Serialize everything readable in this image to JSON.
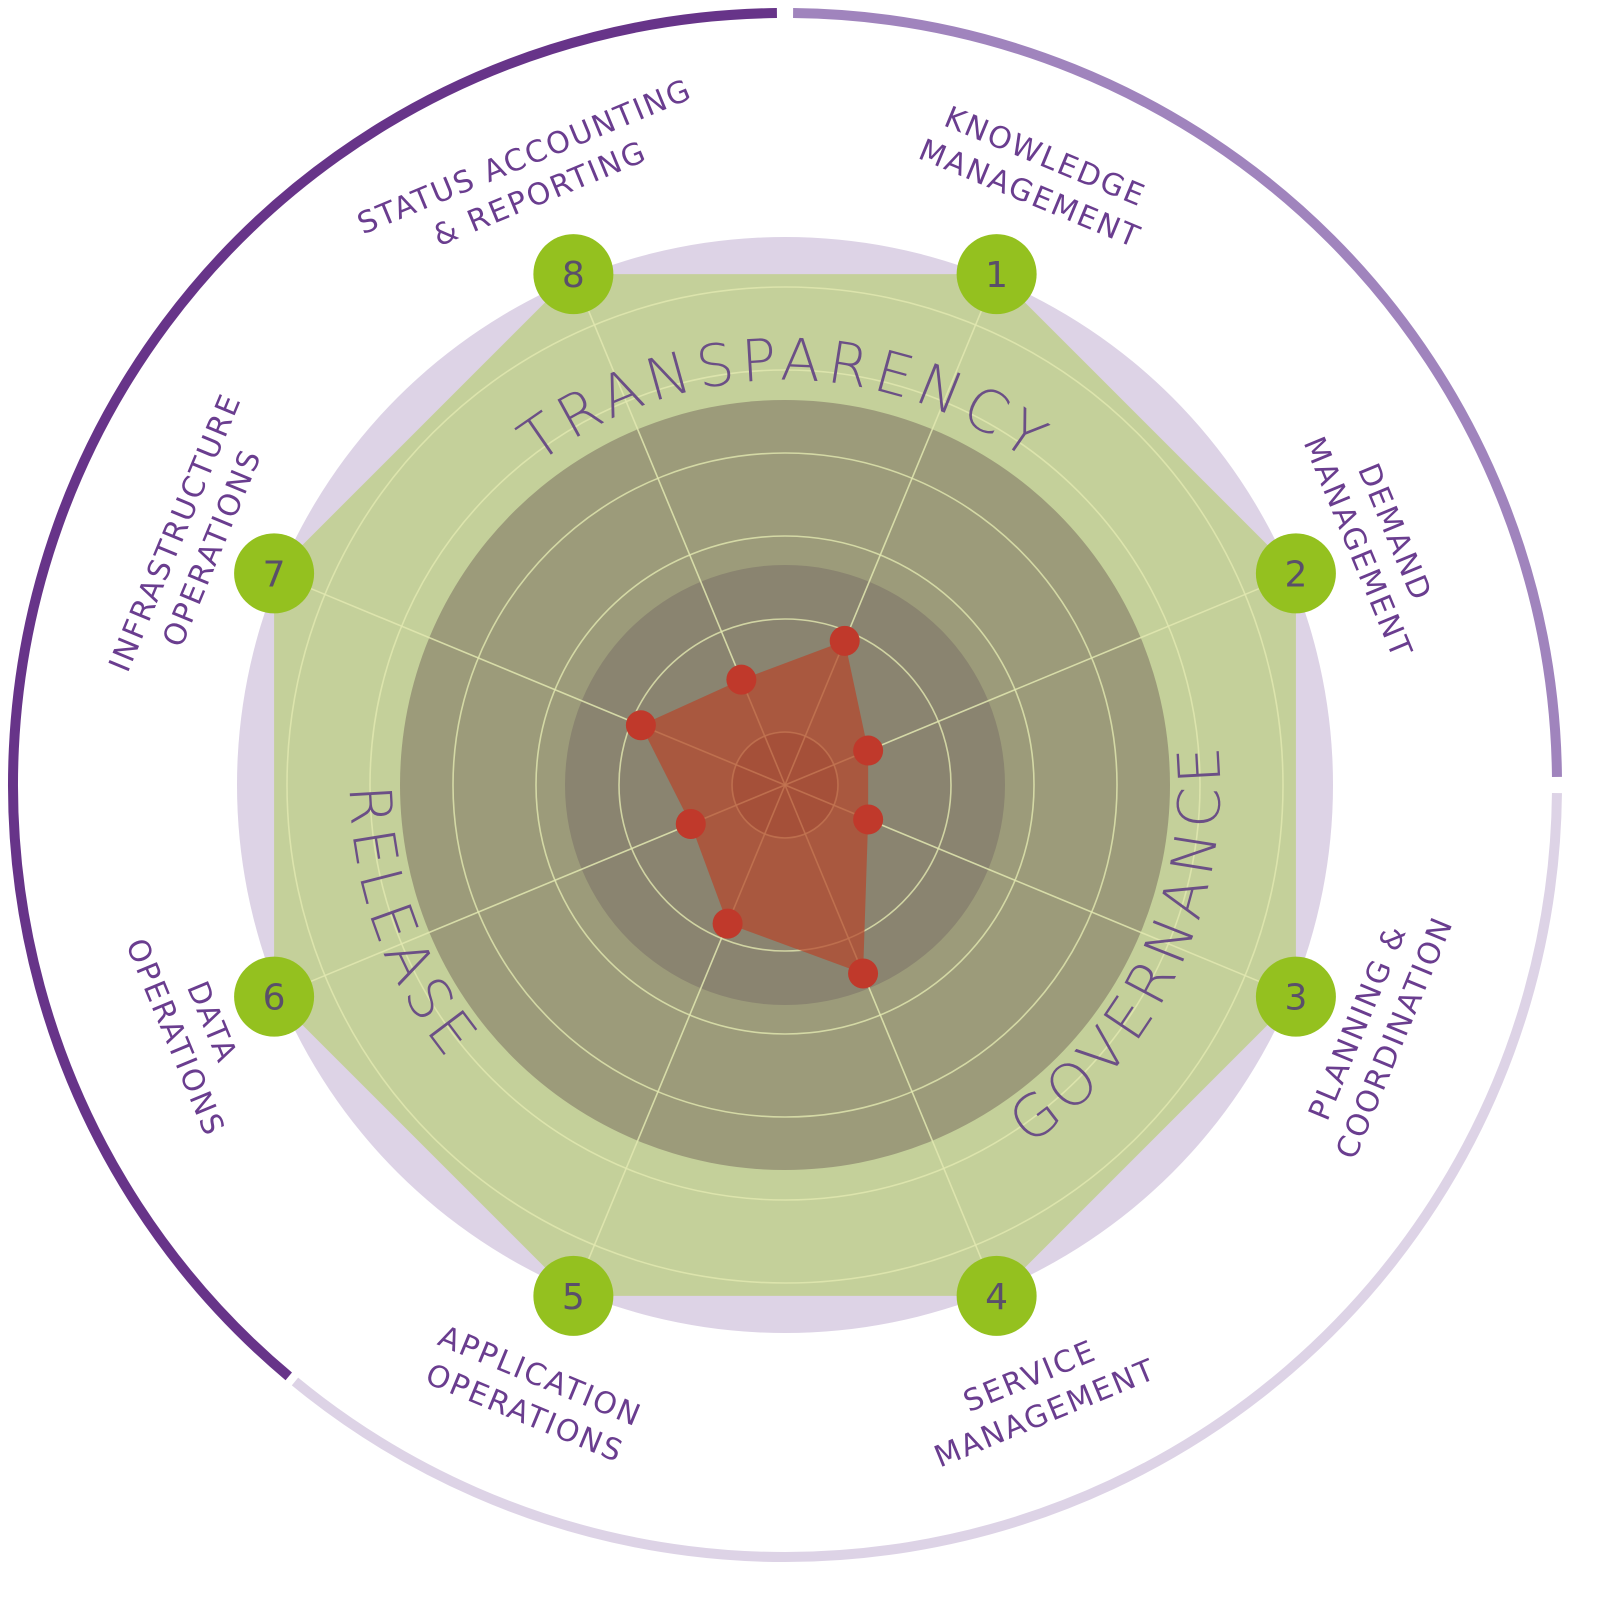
{
  "chart_data": {
    "type": "radar",
    "axes": [
      {
        "number": "1",
        "label_lines": [
          "KNOWLEDGE",
          "MANAGEMENT"
        ],
        "value": 2.6
      },
      {
        "number": "2",
        "label_lines": [
          "DEMAND",
          "MANAGEMENT"
        ],
        "value": 1.5
      },
      {
        "number": "3",
        "label_lines": [
          "PLANNING &",
          "COORDINATION"
        ],
        "value": 1.5
      },
      {
        "number": "4",
        "label_lines": [
          "SERVICE",
          "MANAGEMENT"
        ],
        "value": 3.4
      },
      {
        "number": "5",
        "label_lines": [
          "APPLICATION",
          "OPERATIONS"
        ],
        "value": 2.5
      },
      {
        "number": "6",
        "label_lines": [
          "DATA",
          "OPERATIONS"
        ],
        "value": 1.7
      },
      {
        "number": "7",
        "label_lines": [
          "INFRASTRUCTURE",
          "OPERATIONS"
        ],
        "value": 2.6
      },
      {
        "number": "8",
        "label_lines": [
          "STATUS ACCOUNTING",
          "& REPORTING"
        ],
        "value": 1.9
      }
    ],
    "rmax": 6,
    "zones": [
      "TRANSPARENCY",
      "GOVERNANCE",
      "RELEASE"
    ]
  },
  "colors": {
    "dark_purple": "#673489",
    "mid_purple": "#a084bd",
    "light_purple": "#ddd3e6",
    "green_ring": "#c4d09a",
    "olive_ring": "#9c9b7a",
    "inner_ring": "#8a8470",
    "node_green": "#94c11f",
    "red_fill": "#b5472c",
    "red_dot": "#c0392b",
    "grid": "#e2e8b0"
  }
}
